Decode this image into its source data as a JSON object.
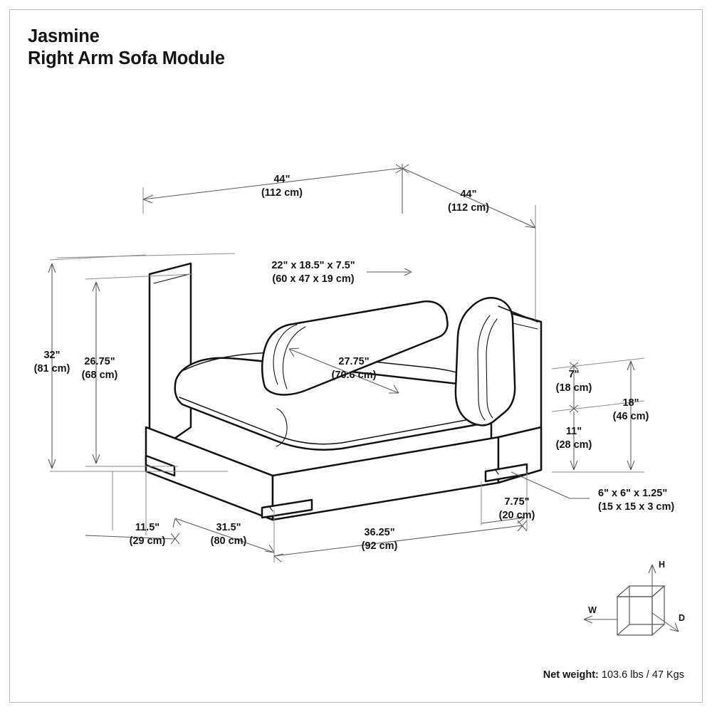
{
  "document": {
    "title_line_1": "Jasmine",
    "title_line_2": "Right Arm Sofa Module",
    "border_color": "#b9b9b9",
    "line_color": "#111111",
    "dimension_color": "#58585a"
  },
  "net_weight": {
    "label": "Net weight:",
    "value": "103.6 lbs / 47 Kgs"
  },
  "dimensions": {
    "overall_width_left": {
      "imperial": "44\"",
      "metric": "(112 cm)"
    },
    "overall_width_right": {
      "imperial": "44\"",
      "metric": "(112 cm)"
    },
    "overall_height": {
      "imperial": "32\"",
      "metric": "(81 cm)"
    },
    "arm_height": {
      "imperial": "26.75\"",
      "metric": "(68 cm)"
    },
    "back_cushion": {
      "imperial": "22\" x 18.5\" x 7.5\"",
      "metric": "(60 x 47 x 19 cm)"
    },
    "seat_depth": {
      "imperial": "27.75\"",
      "metric": "(70.6 cm)"
    },
    "seat_cushion_thickness": {
      "imperial": "7\"",
      "metric": "(18 cm)"
    },
    "base_height": {
      "imperial": "11\"",
      "metric": "(28 cm)"
    },
    "seat_height": {
      "imperial": "18\"",
      "metric": "(46 cm)"
    },
    "leg_inset_left": {
      "imperial": "11.5\"",
      "metric": "(29 cm)"
    },
    "base_side_width": {
      "imperial": "31.5\"",
      "metric": "(80 cm)"
    },
    "base_front_width": {
      "imperial": "36.25\"",
      "metric": "(92 cm)"
    },
    "leg_inset_right": {
      "imperial": "7.75\"",
      "metric": "(20 cm)"
    },
    "leg_size": {
      "imperial": "6\" x 6\" x 1.25\"",
      "metric": "(15 x 15 x 3 cm)"
    }
  },
  "legend": {
    "width_label": "W",
    "height_label": "H",
    "depth_label": "D"
  }
}
